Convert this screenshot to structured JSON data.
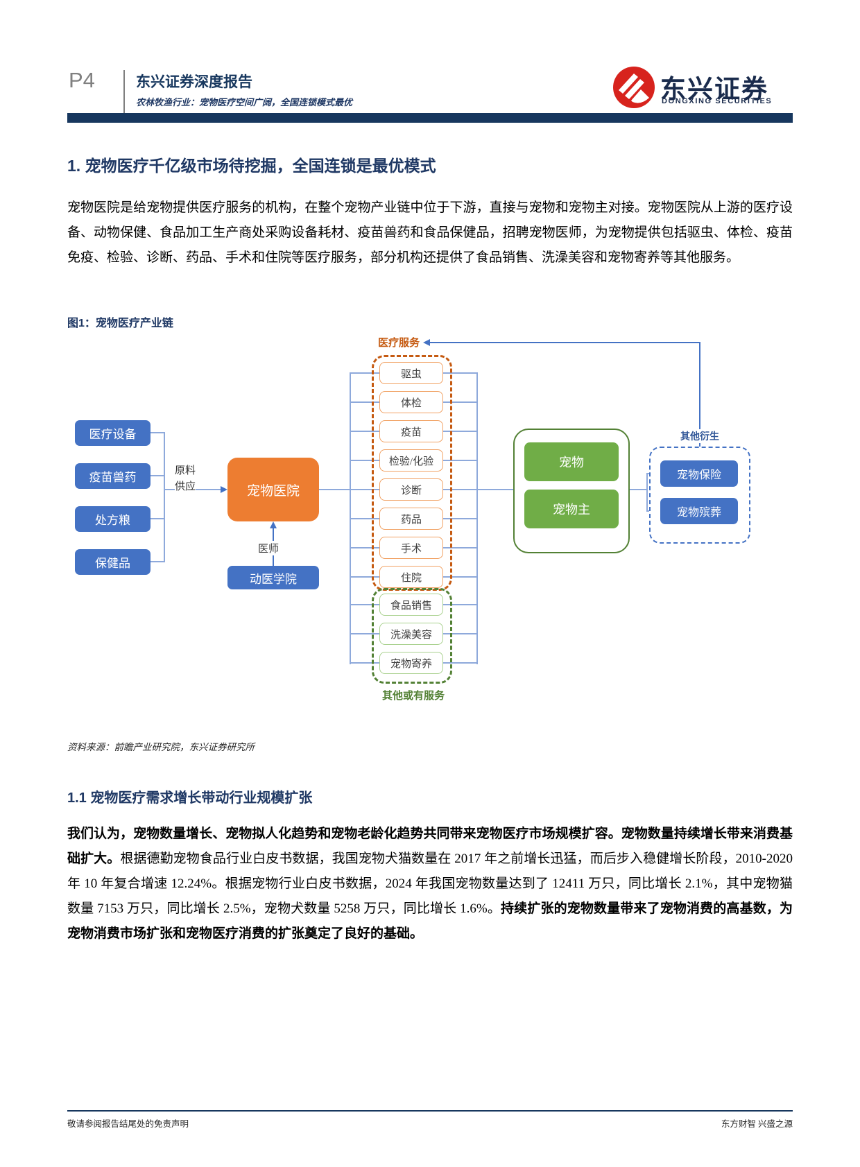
{
  "page": {
    "number": "P4"
  },
  "header": {
    "report_type": "东兴证券深度报告",
    "subtitle": "农林牧渔行业：宠物医疗空间广阔，全国连锁模式最优",
    "logo_cn": "东兴证券",
    "logo_en": "DONGXING SECURITIES"
  },
  "colors": {
    "navy_bar": "#17375E",
    "heading_navy": "#1F3864",
    "node_blue": "#4472C4",
    "node_orange": "#ED7D31",
    "node_green": "#70AD47",
    "dash_orange": "#C55A11",
    "dash_green": "#538135",
    "logo_red": "#D7231D",
    "connector_blue": "#8EA9DB"
  },
  "section1": {
    "title": "1. 宠物医疗千亿级市场待挖掘，全国连锁是最优模式",
    "paragraph": "宠物医院是给宠物提供医疗服务的机构，在整个宠物产业链中位于下游，直接与宠物和宠物主对接。宠物医院从上游的医疗设备、动物保健、食品加工生产商处采购设备耗材、疫苗兽药和食品保健品，招聘宠物医师，为宠物提供包括驱虫、体检、疫苗免疫、检验、诊断、药品、手术和住院等医疗服务，部分机构还提供了食品销售、洗澡美容和宠物寄养等其他服务。"
  },
  "figure1": {
    "title": "图1：宠物医疗产业链",
    "source": "资料来源：前瞻产业研究院，东兴证券研究所",
    "suppliers": [
      "医疗设备",
      "疫苗兽药",
      "处方粮",
      "保健品"
    ],
    "supply_label_line1": "原料",
    "supply_label_line2": "供应",
    "hospital": "宠物医院",
    "vet_label": "医师",
    "college": "动医学院",
    "medical_services_label": "医疗服务",
    "medical_services": [
      "驱虫",
      "体检",
      "疫苗",
      "检验/化验",
      "诊断",
      "药品",
      "手术",
      "住院"
    ],
    "other_services_label": "其他或有服务",
    "other_services": [
      "食品销售",
      "洗澡美容",
      "宠物寄养"
    ],
    "pet": "宠物",
    "pet_owner": "宠物主",
    "derivatives_label": "其他衍生",
    "derivatives": [
      "宠物保险",
      "宠物殡葬"
    ]
  },
  "section1_1": {
    "title": "1.1 宠物医疗需求增长带动行业规模扩张",
    "segments": [
      {
        "b": true,
        "t": "我们认为，宠物数量增长、宠物拟人化趋势和宠物老龄化趋势共同带来宠物医疗市场规模扩容。宠物数量持续增长带来消费基础扩大。"
      },
      {
        "b": false,
        "t": "根据德勤宠物食品行业白皮书数据，我国宠物犬猫数量在 2017 年之前增长迅猛，而后步入稳健增长阶段，2010-2020 年 10 年复合增速 12.24%。根据宠物行业白皮书数据，2024 年我国宠物数量达到了 12411 万只，同比增长 2.1%，其中宠物猫数量 7153 万只，同比增长 2.5%，宠物犬数量 5258 万只，同比增长 1.6%。"
      },
      {
        "b": true,
        "t": "持续扩张的宠物数量带来了宠物消费的高基数，为宠物消费市场扩张和宠物医疗消费的扩张奠定了良好的基础。"
      }
    ]
  },
  "footer": {
    "left": "敬请参阅报告结尾处的免责声明",
    "right": "东方财智 兴盛之源"
  }
}
